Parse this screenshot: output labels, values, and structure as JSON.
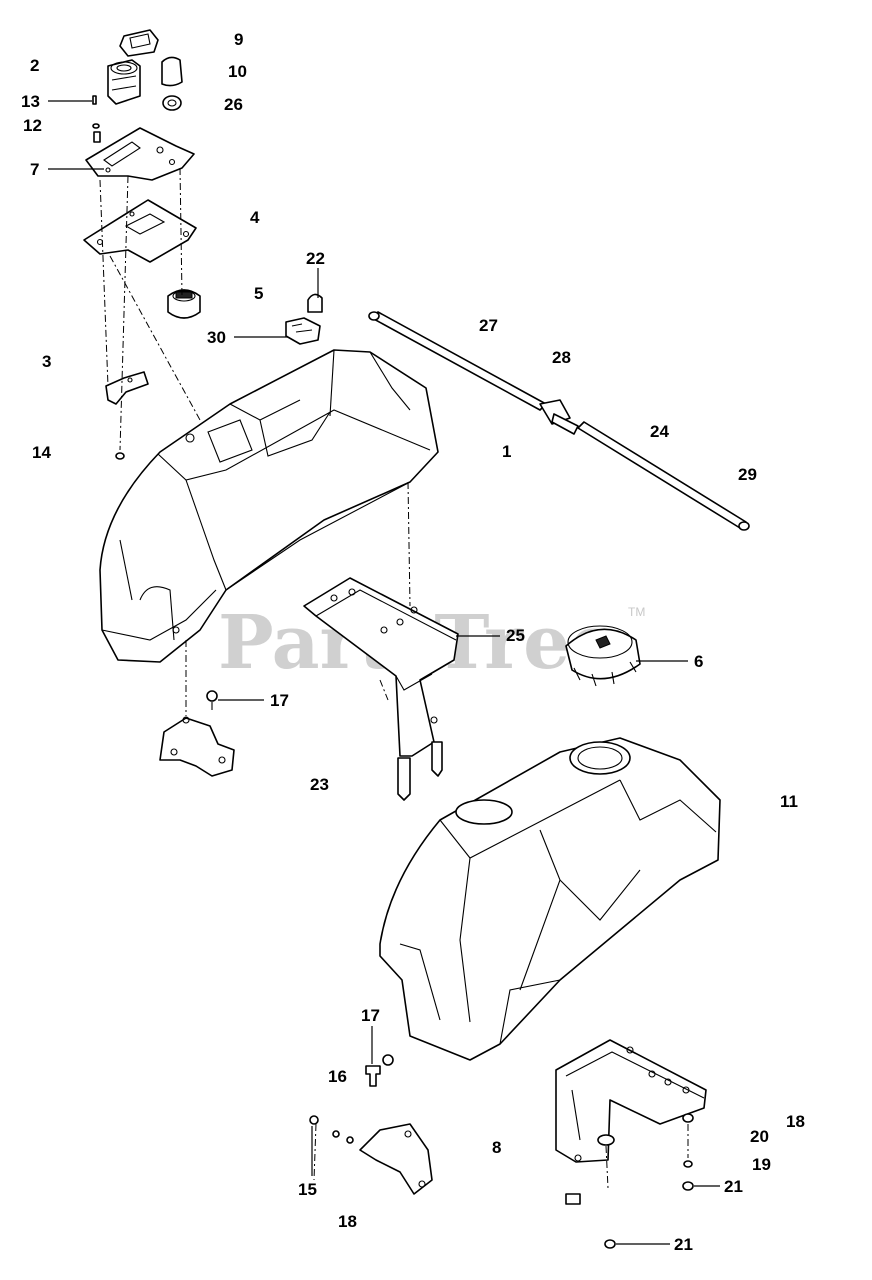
{
  "watermark": {
    "text": "PartsTree",
    "trademark": "TM"
  },
  "callouts": [
    {
      "id": "c2",
      "label": "2"
    },
    {
      "id": "c9",
      "label": "9"
    },
    {
      "id": "c10",
      "label": "10"
    },
    {
      "id": "c13",
      "label": "13"
    },
    {
      "id": "c12",
      "label": "12"
    },
    {
      "id": "c26",
      "label": "26"
    },
    {
      "id": "c7",
      "label": "7"
    },
    {
      "id": "c4",
      "label": "4"
    },
    {
      "id": "c22",
      "label": "22"
    },
    {
      "id": "c5",
      "label": "5"
    },
    {
      "id": "c30",
      "label": "30"
    },
    {
      "id": "c27",
      "label": "27"
    },
    {
      "id": "c3",
      "label": "3"
    },
    {
      "id": "c28",
      "label": "28"
    },
    {
      "id": "c14",
      "label": "14"
    },
    {
      "id": "c24",
      "label": "24"
    },
    {
      "id": "c1",
      "label": "1"
    },
    {
      "id": "c29",
      "label": "29"
    },
    {
      "id": "c25",
      "label": "25"
    },
    {
      "id": "c6",
      "label": "6"
    },
    {
      "id": "c17a",
      "label": "17"
    },
    {
      "id": "c23",
      "label": "23"
    },
    {
      "id": "c11",
      "label": "11"
    },
    {
      "id": "c17b",
      "label": "17"
    },
    {
      "id": "c16",
      "label": "16"
    },
    {
      "id": "c18a",
      "label": "18"
    },
    {
      "id": "c20",
      "label": "20"
    },
    {
      "id": "c8",
      "label": "8"
    },
    {
      "id": "c19",
      "label": "19"
    },
    {
      "id": "c21a",
      "label": "21"
    },
    {
      "id": "c15",
      "label": "15"
    },
    {
      "id": "c18b",
      "label": "18"
    },
    {
      "id": "c21b",
      "label": "21"
    }
  ]
}
